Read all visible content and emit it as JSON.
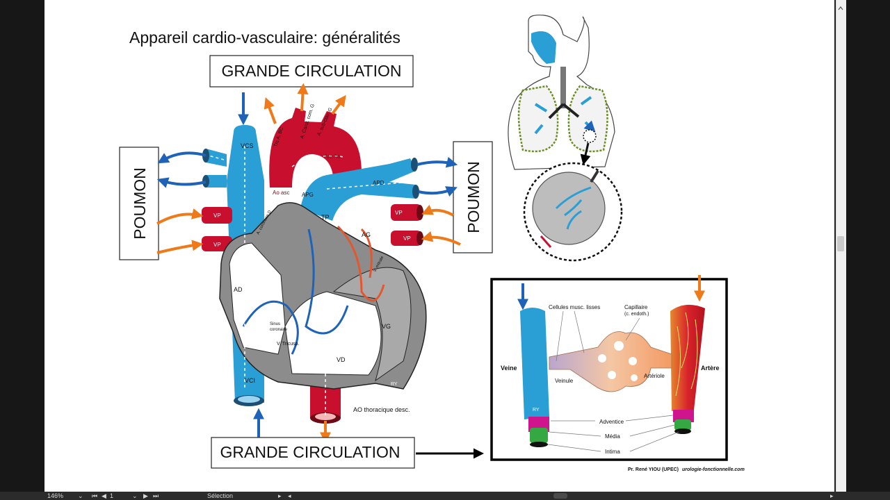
{
  "title": "Appareil cardio-vasculaire: généralités",
  "boxes": {
    "grande_circulation_top": "GRANDE CIRCULATION",
    "grande_circulation_bottom": "GRANDE CIRCULATION",
    "poumon_left": "POUMON",
    "poumon_right": "POUMON"
  },
  "heart_labels": {
    "vcs": "VCS",
    "vci": "VCI",
    "trc_bc": "Trc A. BC",
    "carot": "A. Carot. com. G",
    "subclav": "A. sub-clav. G",
    "arc_ao": "Arc Ao",
    "ao_asc": "Ao asc",
    "apd": "APD",
    "apg": "APG",
    "tp": "TP",
    "vp1": "VP",
    "vp2": "VP",
    "vp3": "VP",
    "vp4": "VP",
    "ag": "AG",
    "ad": "AD",
    "vd": "VD",
    "vg": "VG",
    "ry_heart": "RY",
    "a_coronaire": "A. coronaire D",
    "v_mitrale": "V. mitrale",
    "sinus": "Sinus",
    "coronaire": "coronaire",
    "v_tricusp": "V. Tricusp.",
    "ao_thoracique": "AO thoracique desc."
  },
  "inset": {
    "cellules": "Cellules musc. lisses",
    "capillaire": "Capillaire",
    "c_endoth": "(c. endoth.)",
    "veine": "Veine",
    "artere": "Artère",
    "veinule": "Veinule",
    "arteriole": "Artériole",
    "ry": "RY",
    "adventice": "Adventice",
    "media": "Média",
    "intima": "Intima"
  },
  "credit": {
    "author": "Pr. René YIOU (UPEC)",
    "site": "urologie-fonctionnelle.com"
  },
  "status_bar": {
    "zoom": "146%",
    "page": "1",
    "tool": "Sélection"
  },
  "colors": {
    "vein_blue": "#2a9fd6",
    "artery_red": "#c8102e",
    "arrow_orange": "#ee7a1a",
    "arrow_blue": "#1e63b8",
    "heart_grey": "#8c8c8c"
  }
}
